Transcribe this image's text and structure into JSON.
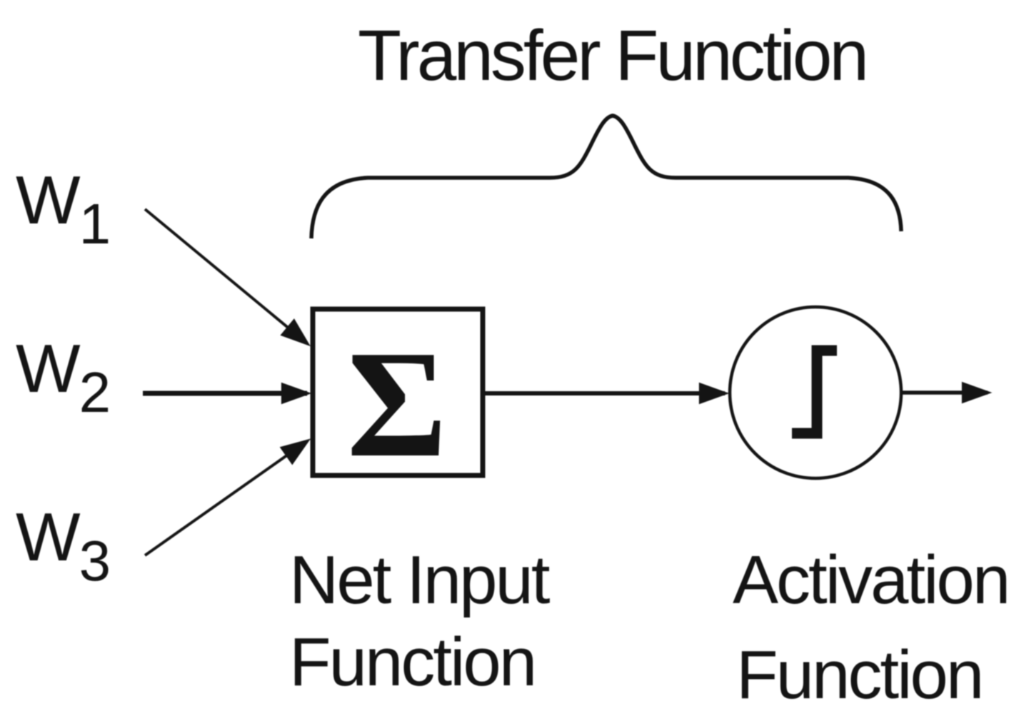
{
  "colors": {
    "ink": "#141414",
    "paper": "#ffffff"
  },
  "title": {
    "text": "Transfer Function"
  },
  "weights": [
    {
      "symbol": "W",
      "subscript": "1"
    },
    {
      "symbol": "W",
      "subscript": "2"
    },
    {
      "symbol": "W",
      "subscript": "3"
    }
  ],
  "net_input_node": {
    "symbol": "Σ",
    "caption_line1": "Net Input",
    "caption_line2": "Function"
  },
  "activation_node": {
    "icon": "step-function-icon",
    "caption_line1": "Activation",
    "caption_line2": "Function"
  }
}
